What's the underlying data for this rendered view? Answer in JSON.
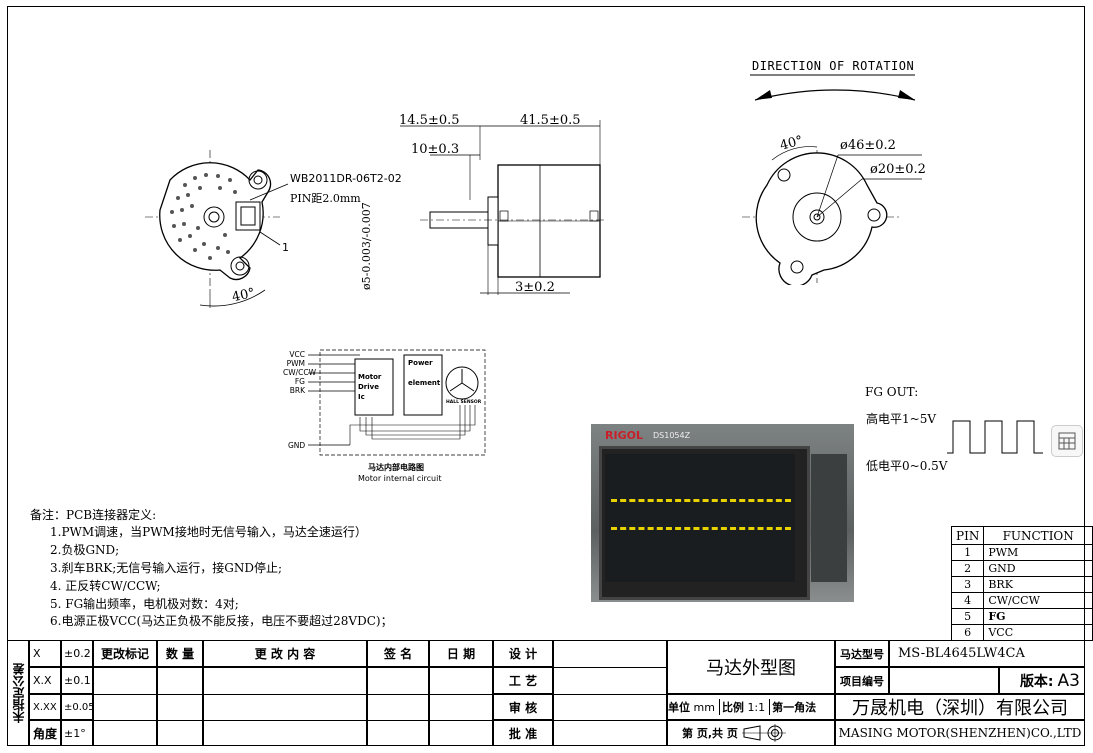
{
  "drawing": {
    "direction_label": "DIRECTION OF ROTATION",
    "connector_label": "WB2011DR-06T2-02",
    "pin_pitch_label": "PIN距2.0mm",
    "pin1_marker": "1",
    "front_angle": "40°",
    "side_angle": "40°",
    "dim_shaft_len": "14.5±0.5",
    "dim_body_len": "41.5±0.5",
    "dim_shaft_flat": "10±0.3",
    "dim_flange": "3±0.2",
    "dim_shaft_dia": "ø5-0.003/-0.007",
    "dim_body_dia": "ø46±0.2",
    "dim_hub_dia": "ø20±0.2"
  },
  "circuit": {
    "signals": [
      "VCC",
      "PWM",
      "CW/CCW",
      "FG",
      "BRK",
      "GND"
    ],
    "driver_label": [
      "Motor",
      "Drive",
      "Ic"
    ],
    "power_label": [
      "Power",
      "element"
    ],
    "hall_label": "HALL SENSOR",
    "caption_cn": "马达内部电路图",
    "caption_en": "Motor internal circuit"
  },
  "fg_out": {
    "title": "FG OUT:",
    "high": "高电平1~5V",
    "low": "低电平0~0.5V"
  },
  "notes": {
    "heading": "备注：PCB连接器定义:",
    "items": [
      "1.PWM调速，当PWM接地时无信号输入，马达全速运行）",
      "2.负极GND;",
      "3.刹车BRK;无信号输入运行，接GND停止;",
      "4. 正反转CW/CCW;",
      "5. FG输出频率，电机极对数：4对;",
      "6.电源正极VCC(马达正负极不能反接，电压不要超过28VDC)；"
    ]
  },
  "pin_table": {
    "header": [
      "PIN",
      "FUNCTION"
    ],
    "rows": [
      {
        "pin": "1",
        "func": "PWM"
      },
      {
        "pin": "2",
        "func": "GND"
      },
      {
        "pin": "3",
        "func": "BRK"
      },
      {
        "pin": "4",
        "func": "CW/CCW"
      },
      {
        "pin": "5",
        "func": "FG"
      },
      {
        "pin": "6",
        "func": "VCC"
      }
    ]
  },
  "scope": {
    "brand": "RIGOL",
    "model": "DS1054Z"
  },
  "title_block": {
    "side_label": "未指定公差",
    "tol_rows": [
      {
        "k": "X",
        "v": "±0.2"
      },
      {
        "k": "X.X",
        "v": "±0.1"
      },
      {
        "k": "X.XX",
        "v": "±0.05"
      },
      {
        "k": "角度",
        "v": "±1°"
      }
    ],
    "headers": {
      "change_mark": "更改标记",
      "qty": "数 量",
      "change_content": "更 改 内 容",
      "sign": "签  名",
      "date": "日  期"
    },
    "roles": [
      "设 计",
      "工 艺",
      "审 核",
      "批 准"
    ],
    "drawing_title": "马达外型图",
    "unit_label": "单位",
    "unit_value": "mm",
    "scale_label": "比例",
    "scale_value": "1:1",
    "projection": "第一角法",
    "page_label": "第    页,共   页",
    "model_label": "马达型号",
    "model_value": "MS-BL4645LW4CA",
    "project_label": "项目编号",
    "project_value": "",
    "version_label": "版本:",
    "version_value": "A3",
    "company_cn": "万晟机电（深圳）有限公司",
    "company_en": "MASING MOTOR(SHENZHEN)CO.,LTD"
  }
}
